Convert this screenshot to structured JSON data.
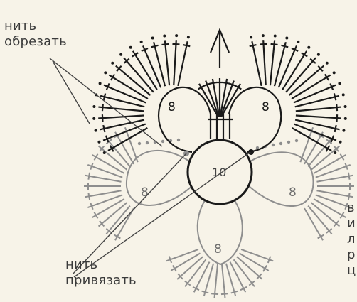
{
  "labels": {
    "cut_thread": [
      "нить",
      "обрезать"
    ],
    "tie_thread": [
      "нить",
      "привязать"
    ],
    "right_partial": [
      "в",
      "и",
      "л",
      "р",
      "ц"
    ]
  },
  "diagram": {
    "center_ring_count": "10",
    "top_left_petal_count": "8",
    "top_right_petal_count": "8",
    "left_petal_count": "8",
    "right_petal_count": "8",
    "bottom_petal_count": "8"
  },
  "colors": {
    "background": "#f7f3e8",
    "dark_stitches": "#1a1a1a",
    "gray_stitches": "#8e8e8e",
    "label_text": "#3a3a3a"
  }
}
